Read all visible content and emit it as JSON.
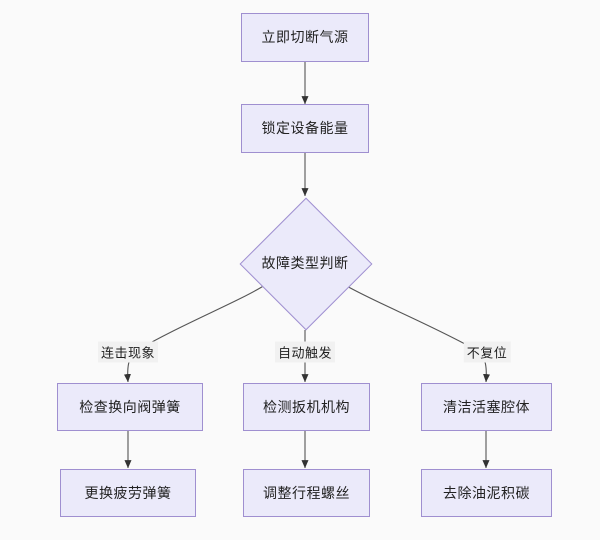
{
  "diagram": {
    "type": "flowchart",
    "direction": "top-down",
    "background_color": "#fafafa",
    "node_fill_color": "#ebeafa",
    "node_border_color": "#9f8fd0",
    "edge_color": "#555555",
    "text_color": "#222222",
    "nodes": [
      {
        "id": "n1",
        "shape": "rectangle",
        "label": "立即切断气源"
      },
      {
        "id": "n2",
        "shape": "rectangle",
        "label": "锁定设备能量"
      },
      {
        "id": "n3",
        "shape": "diamond",
        "label": "故障类型判断"
      },
      {
        "id": "n4",
        "shape": "rectangle",
        "label": "检查换向阀弹簧"
      },
      {
        "id": "n5",
        "shape": "rectangle",
        "label": "检测扳机机构"
      },
      {
        "id": "n6",
        "shape": "rectangle",
        "label": "清洁活塞腔体"
      },
      {
        "id": "n7",
        "shape": "rectangle",
        "label": "更换疲劳弹簧"
      },
      {
        "id": "n8",
        "shape": "rectangle",
        "label": "调整行程螺丝"
      },
      {
        "id": "n9",
        "shape": "rectangle",
        "label": "去除油泥积碳"
      }
    ],
    "edges": [
      {
        "from": "n1",
        "to": "n2",
        "label": ""
      },
      {
        "from": "n2",
        "to": "n3",
        "label": ""
      },
      {
        "from": "n3",
        "to": "n4",
        "label": "连击现象"
      },
      {
        "from": "n3",
        "to": "n5",
        "label": "自动触发"
      },
      {
        "from": "n3",
        "to": "n6",
        "label": "不复位"
      },
      {
        "from": "n4",
        "to": "n7",
        "label": ""
      },
      {
        "from": "n5",
        "to": "n8",
        "label": ""
      },
      {
        "from": "n6",
        "to": "n9",
        "label": ""
      }
    ],
    "edge_labels": {
      "branch_left": "连击现象",
      "branch_middle": "自动触发",
      "branch_right": "不复位"
    }
  }
}
